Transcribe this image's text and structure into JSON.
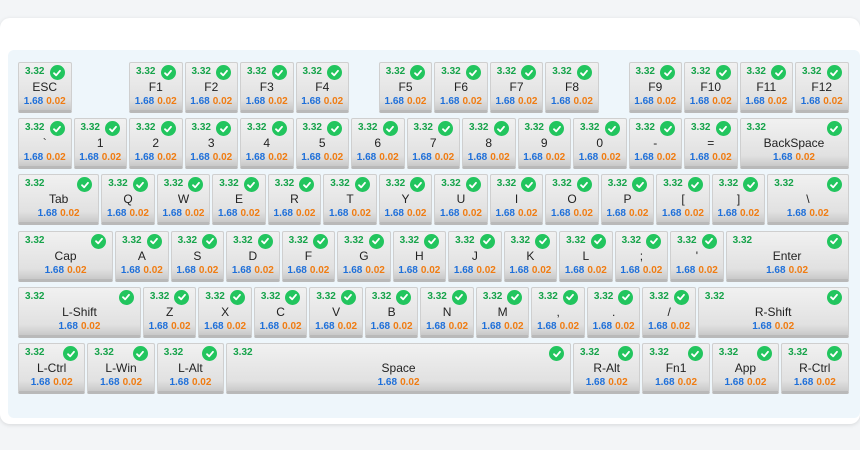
{
  "rows": [
    [
      {
        "label": "ESC",
        "reading": "3.32",
        "checked": true,
        "v1": "1.68",
        "v2": "0.02",
        "w": 1
      },
      {
        "empty": true,
        "w": 1
      },
      {
        "label": "F1",
        "reading": "3.32",
        "checked": true,
        "v1": "1.68",
        "v2": "0.02",
        "w": 1
      },
      {
        "label": "F2",
        "reading": "3.32",
        "checked": true,
        "v1": "1.68",
        "v2": "0.02",
        "w": 1
      },
      {
        "label": "F3",
        "reading": "3.32",
        "checked": true,
        "v1": "1.68",
        "v2": "0.02",
        "w": 1
      },
      {
        "label": "F4",
        "reading": "3.32",
        "checked": true,
        "v1": "1.68",
        "v2": "0.02",
        "w": 1
      },
      {
        "empty": true,
        "w": 0.5
      },
      {
        "label": "F5",
        "reading": "3.32",
        "checked": true,
        "v1": "1.68",
        "v2": "0.02",
        "w": 1
      },
      {
        "label": "F6",
        "reading": "3.32",
        "checked": true,
        "v1": "1.68",
        "v2": "0.02",
        "w": 1
      },
      {
        "label": "F7",
        "reading": "3.32",
        "checked": true,
        "v1": "1.68",
        "v2": "0.02",
        "w": 1
      },
      {
        "label": "F8",
        "reading": "3.32",
        "checked": true,
        "v1": "1.68",
        "v2": "0.02",
        "w": 1
      },
      {
        "empty": true,
        "w": 0.5
      },
      {
        "label": "F9",
        "reading": "3.32",
        "checked": true,
        "v1": "1.68",
        "v2": "0.02",
        "w": 1
      },
      {
        "label": "F10",
        "reading": "3.32",
        "checked": true,
        "v1": "1.68",
        "v2": "0.02",
        "w": 1
      },
      {
        "label": "F11",
        "reading": "3.32",
        "checked": true,
        "v1": "1.68",
        "v2": "0.02",
        "w": 1
      },
      {
        "label": "F12",
        "reading": "3.32",
        "checked": true,
        "v1": "1.68",
        "v2": "0.02",
        "w": 1
      }
    ],
    [
      {
        "label": "`",
        "reading": "3.32",
        "checked": true,
        "v1": "1.68",
        "v2": "0.02",
        "w": 1
      },
      {
        "label": "1",
        "reading": "3.32",
        "checked": true,
        "v1": "1.68",
        "v2": "0.02",
        "w": 1
      },
      {
        "label": "2",
        "reading": "3.32",
        "checked": true,
        "v1": "1.68",
        "v2": "0.02",
        "w": 1
      },
      {
        "label": "3",
        "reading": "3.32",
        "checked": true,
        "v1": "1.68",
        "v2": "0.02",
        "w": 1
      },
      {
        "label": "4",
        "reading": "3.32",
        "checked": true,
        "v1": "1.68",
        "v2": "0.02",
        "w": 1
      },
      {
        "label": "5",
        "reading": "3.32",
        "checked": true,
        "v1": "1.68",
        "v2": "0.02",
        "w": 1
      },
      {
        "label": "6",
        "reading": "3.32",
        "checked": true,
        "v1": "1.68",
        "v2": "0.02",
        "w": 1
      },
      {
        "label": "7",
        "reading": "3.32",
        "checked": true,
        "v1": "1.68",
        "v2": "0.02",
        "w": 1
      },
      {
        "label": "8",
        "reading": "3.32",
        "checked": true,
        "v1": "1.68",
        "v2": "0.02",
        "w": 1
      },
      {
        "label": "9",
        "reading": "3.32",
        "checked": true,
        "v1": "1.68",
        "v2": "0.02",
        "w": 1
      },
      {
        "label": "0",
        "reading": "3.32",
        "checked": true,
        "v1": "1.68",
        "v2": "0.02",
        "w": 1
      },
      {
        "label": "-",
        "reading": "3.32",
        "checked": true,
        "v1": "1.68",
        "v2": "0.02",
        "w": 1
      },
      {
        "label": "=",
        "reading": "3.32",
        "checked": true,
        "v1": "1.68",
        "v2": "0.02",
        "w": 1
      },
      {
        "label": "BackSpace",
        "reading": "3.32",
        "checked": true,
        "v1": "1.68",
        "v2": "0.02",
        "w": 2
      }
    ],
    [
      {
        "label": "Tab",
        "reading": "3.32",
        "checked": true,
        "v1": "1.68",
        "v2": "0.02",
        "w": 1.5
      },
      {
        "label": "Q",
        "reading": "3.32",
        "checked": true,
        "v1": "1.68",
        "v2": "0.02",
        "w": 1
      },
      {
        "label": "W",
        "reading": "3.32",
        "checked": true,
        "v1": "1.68",
        "v2": "0.02",
        "w": 1
      },
      {
        "label": "E",
        "reading": "3.32",
        "checked": true,
        "v1": "1.68",
        "v2": "0.02",
        "w": 1
      },
      {
        "label": "R",
        "reading": "3.32",
        "checked": true,
        "v1": "1.68",
        "v2": "0.02",
        "w": 1
      },
      {
        "label": "T",
        "reading": "3.32",
        "checked": true,
        "v1": "1.68",
        "v2": "0.02",
        "w": 1
      },
      {
        "label": "Y",
        "reading": "3.32",
        "checked": true,
        "v1": "1.68",
        "v2": "0.02",
        "w": 1
      },
      {
        "label": "U",
        "reading": "3.32",
        "checked": true,
        "v1": "1.68",
        "v2": "0.02",
        "w": 1
      },
      {
        "label": "I",
        "reading": "3.32",
        "checked": true,
        "v1": "1.68",
        "v2": "0.02",
        "w": 1
      },
      {
        "label": "O",
        "reading": "3.32",
        "checked": true,
        "v1": "1.68",
        "v2": "0.02",
        "w": 1
      },
      {
        "label": "P",
        "reading": "3.32",
        "checked": true,
        "v1": "1.68",
        "v2": "0.02",
        "w": 1
      },
      {
        "label": "[",
        "reading": "3.32",
        "checked": true,
        "v1": "1.68",
        "v2": "0.02",
        "w": 1
      },
      {
        "label": "]",
        "reading": "3.32",
        "checked": true,
        "v1": "1.68",
        "v2": "0.02",
        "w": 1
      },
      {
        "label": "\\",
        "reading": "3.32",
        "checked": true,
        "v1": "1.68",
        "v2": "0.02",
        "w": 1.5
      }
    ],
    [
      {
        "label": "Cap",
        "reading": "3.32",
        "checked": true,
        "v1": "1.68",
        "v2": "0.02",
        "w": 1.75
      },
      {
        "label": "A",
        "reading": "3.32",
        "checked": true,
        "v1": "1.68",
        "v2": "0.02",
        "w": 1
      },
      {
        "label": "S",
        "reading": "3.32",
        "checked": true,
        "v1": "1.68",
        "v2": "0.02",
        "w": 1
      },
      {
        "label": "D",
        "reading": "3.32",
        "checked": true,
        "v1": "1.68",
        "v2": "0.02",
        "w": 1
      },
      {
        "label": "F",
        "reading": "3.32",
        "checked": true,
        "v1": "1.68",
        "v2": "0.02",
        "w": 1
      },
      {
        "label": "G",
        "reading": "3.32",
        "checked": true,
        "v1": "1.68",
        "v2": "0.02",
        "w": 1
      },
      {
        "label": "H",
        "reading": "3.32",
        "checked": true,
        "v1": "1.68",
        "v2": "0.02",
        "w": 1
      },
      {
        "label": "J",
        "reading": "3.32",
        "checked": true,
        "v1": "1.68",
        "v2": "0.02",
        "w": 1
      },
      {
        "label": "K",
        "reading": "3.32",
        "checked": true,
        "v1": "1.68",
        "v2": "0.02",
        "w": 1
      },
      {
        "label": "L",
        "reading": "3.32",
        "checked": true,
        "v1": "1.68",
        "v2": "0.02",
        "w": 1
      },
      {
        "label": ";",
        "reading": "3.32",
        "checked": true,
        "v1": "1.68",
        "v2": "0.02",
        "w": 1
      },
      {
        "label": "'",
        "reading": "3.32",
        "checked": true,
        "v1": "1.68",
        "v2": "0.02",
        "w": 1
      },
      {
        "label": "Enter",
        "reading": "3.32",
        "checked": true,
        "v1": "1.68",
        "v2": "0.02",
        "w": 2.25
      }
    ],
    [
      {
        "label": "L-Shift",
        "reading": "3.32",
        "checked": true,
        "v1": "1.68",
        "v2": "0.02",
        "w": 2.25
      },
      {
        "label": "Z",
        "reading": "3.32",
        "checked": true,
        "v1": "1.68",
        "v2": "0.02",
        "w": 1
      },
      {
        "label": "X",
        "reading": "3.32",
        "checked": true,
        "v1": "1.68",
        "v2": "0.02",
        "w": 1
      },
      {
        "label": "C",
        "reading": "3.32",
        "checked": true,
        "v1": "1.68",
        "v2": "0.02",
        "w": 1
      },
      {
        "label": "V",
        "reading": "3.32",
        "checked": true,
        "v1": "1.68",
        "v2": "0.02",
        "w": 1
      },
      {
        "label": "B",
        "reading": "3.32",
        "checked": true,
        "v1": "1.68",
        "v2": "0.02",
        "w": 1
      },
      {
        "label": "N",
        "reading": "3.32",
        "checked": true,
        "v1": "1.68",
        "v2": "0.02",
        "w": 1
      },
      {
        "label": "M",
        "reading": "3.32",
        "checked": true,
        "v1": "1.68",
        "v2": "0.02",
        "w": 1
      },
      {
        "label": ",",
        "reading": "3.32",
        "checked": true,
        "v1": "1.68",
        "v2": "0.02",
        "w": 1
      },
      {
        "label": ".",
        "reading": "3.32",
        "checked": true,
        "v1": "1.68",
        "v2": "0.02",
        "w": 1
      },
      {
        "label": "/",
        "reading": "3.32",
        "checked": true,
        "v1": "1.68",
        "v2": "0.02",
        "w": 1
      },
      {
        "label": "R-Shift",
        "reading": "3.32",
        "checked": true,
        "v1": "1.68",
        "v2": "0.02",
        "w": 2.75
      }
    ],
    [
      {
        "label": "L-Ctrl",
        "reading": "3.32",
        "checked": true,
        "v1": "1.68",
        "v2": "0.02",
        "w": 1.25
      },
      {
        "label": "L-Win",
        "reading": "3.32",
        "checked": true,
        "v1": "1.68",
        "v2": "0.02",
        "w": 1.25
      },
      {
        "label": "L-Alt",
        "reading": "3.32",
        "checked": true,
        "v1": "1.68",
        "v2": "0.02",
        "w": 1.25
      },
      {
        "label": "Space",
        "reading": "3.32",
        "checked": true,
        "v1": "1.68",
        "v2": "0.02",
        "w": 6.25
      },
      {
        "label": "R-Alt",
        "reading": "3.32",
        "checked": true,
        "v1": "1.68",
        "v2": "0.02",
        "w": 1.25
      },
      {
        "label": "Fn1",
        "reading": "3.32",
        "checked": true,
        "v1": "1.68",
        "v2": "0.02",
        "w": 1.25
      },
      {
        "label": "App",
        "reading": "3.32",
        "checked": true,
        "v1": "1.68",
        "v2": "0.02",
        "w": 1.25
      },
      {
        "label": "R-Ctrl",
        "reading": "3.32",
        "checked": true,
        "v1": "1.68",
        "v2": "0.02",
        "w": 1.25
      }
    ]
  ]
}
